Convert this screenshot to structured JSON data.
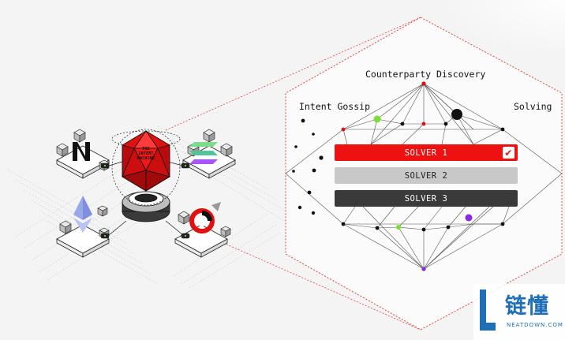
{
  "titles": {
    "counterparty": "Counterparty Discovery",
    "intent_gossip": "Intent Gossip",
    "solving": "Solving"
  },
  "solvers": [
    {
      "label": "SOLVER 1",
      "selected": true,
      "color": "#ee1111"
    },
    {
      "label": "SOLVER 2",
      "selected": false,
      "color": "#c8c8c8"
    },
    {
      "label": "SOLVER 3",
      "selected": false,
      "color": "#3a3a3a"
    }
  ],
  "intent_machine": {
    "label_line1": "THE",
    "label_line2": "INTENT",
    "label_line3": "MACHINE"
  },
  "colors": {
    "accent_red": "#ee1111",
    "green": "#7ddb3a",
    "purple": "#8a2be2",
    "background": "#f4f4f4"
  },
  "watermark": {
    "cn": "链懂",
    "en": "NEATDOWN.COM"
  }
}
